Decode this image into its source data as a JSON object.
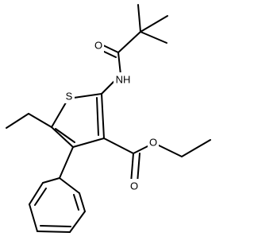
{
  "atoms": {
    "S": "S",
    "O_amide": "O",
    "NH": "NH",
    "O_ester_carbonyl": "O",
    "O_ester_ether": "O"
  },
  "colors": {
    "bond": "#000000",
    "background": "#ffffff"
  }
}
